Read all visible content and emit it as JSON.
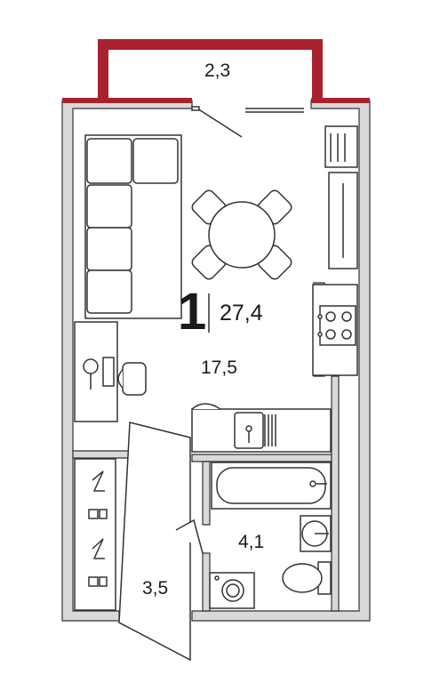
{
  "floorplan": {
    "rooms_count": "1",
    "total_area": "27,4",
    "balcony_area": "2,3",
    "living_area": "17,5",
    "bathroom_area": "4,1",
    "hallway_area": "3,5"
  },
  "colors": {
    "wall": "#d9d9d9",
    "wall_outline": "#333333",
    "balcony": "#a8222d",
    "line": "#333333",
    "furniture_fill": "#ffffff"
  }
}
